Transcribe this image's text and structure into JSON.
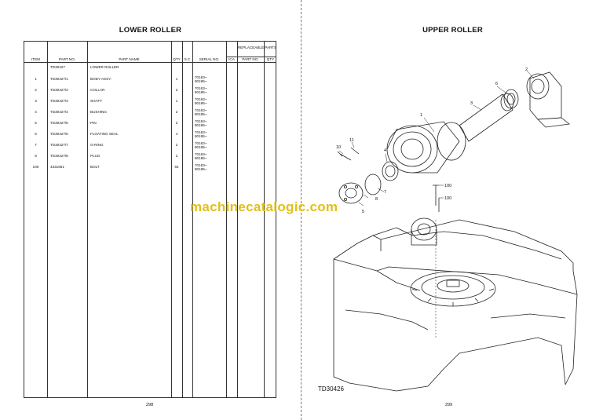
{
  "left_page": {
    "title": "LOWER ROLLER",
    "page_number": "298",
    "columns": {
      "item": "ITEM",
      "part_no": "PART NO.",
      "part_name": "PART NAME",
      "qty": "QTY",
      "sc": "S.C",
      "serial_no": "SERIAL NO.",
      "ica": "ICA",
      "replaceable_parts": "REPLACEABLE PARTS",
      "rp_part_no": "PART NO.",
      "rp_qty": "QTY"
    },
    "rows": [
      {
        "item": "",
        "part_no": "TD30427",
        "part_name": "LOWER ROLLER",
        "qty": "",
        "serial_1": "",
        "serial_2": ""
      },
      {
        "item": "1",
        "part_no": "TD30427/1",
        "part_name": "BODY ASSY.",
        "qty": "1",
        "serial_1": "70163~",
        "serial_2": "80195~"
      },
      {
        "item": "2",
        "part_no": "TD30427/2",
        "part_name": "COLLAR",
        "qty": "2",
        "serial_1": "70163~",
        "serial_2": "80195~"
      },
      {
        "item": "3",
        "part_no": "TD30427/3",
        "part_name": "SHAFT",
        "qty": "1",
        "serial_1": "70163~",
        "serial_2": "80195~"
      },
      {
        "item": "4",
        "part_no": "TD30427/4",
        "part_name": "BUSHING",
        "qty": "2",
        "serial_1": "70163~",
        "serial_2": "80195~"
      },
      {
        "item": "5",
        "part_no": "TD30427/5",
        "part_name": "PIN",
        "qty": "2",
        "serial_1": "70163~",
        "serial_2": "80195~"
      },
      {
        "item": "6",
        "part_no": "TD30427/6",
        "part_name": "FLOATING SEAL",
        "qty": "4",
        "serial_1": "70163~",
        "serial_2": "80195~"
      },
      {
        "item": "7",
        "part_no": "TD30427/7",
        "part_name": "O-RING",
        "qty": "2",
        "serial_1": "70163~",
        "serial_2": "80195~"
      },
      {
        "item": "8",
        "part_no": "TD30427/8",
        "part_name": "PLUG",
        "qty": "2",
        "serial_1": "70163~",
        "serial_2": "80195~"
      },
      {
        "item": "100",
        "part_no": "4331651",
        "part_name": "BOLT",
        "qty": "64",
        "serial_1": "70163~",
        "serial_2": "80195~"
      }
    ]
  },
  "right_page": {
    "title": "UPPER ROLLER",
    "page_number": "299",
    "diagram_id": "TD30426",
    "callouts": [
      "1",
      "2",
      "3",
      "4",
      "5",
      "6",
      "7",
      "8",
      "10",
      "11",
      "100",
      "100"
    ]
  },
  "watermark": "machinecatalogic.com",
  "colors": {
    "watermark": "#e0c01c",
    "line": "#333333"
  }
}
